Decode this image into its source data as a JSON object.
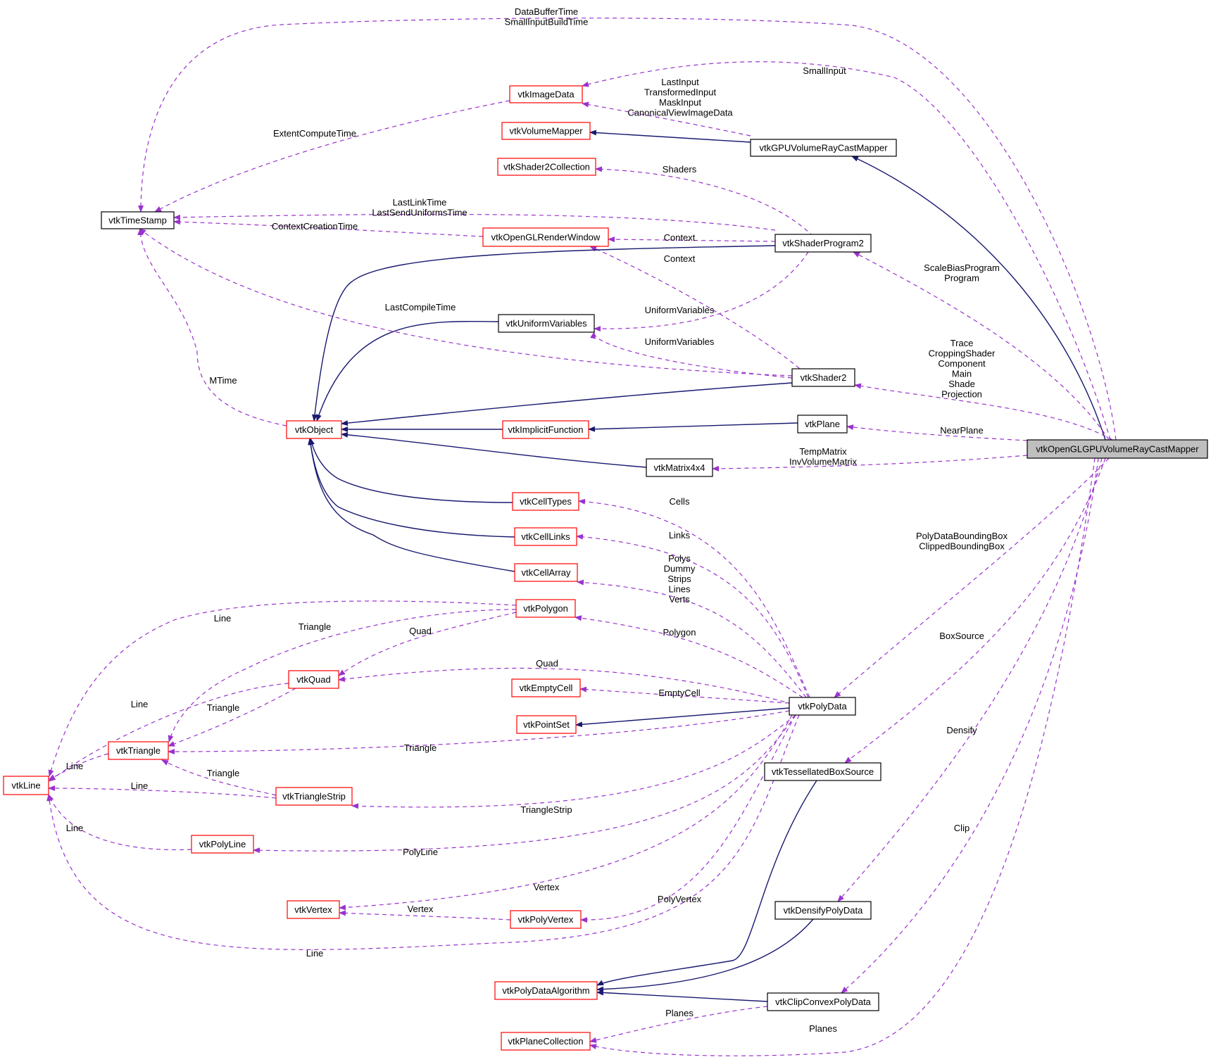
{
  "colors": {
    "inherit_edge": "#191970",
    "member_edge": "#9a32cd",
    "node_border_black": "#000000",
    "node_border_red": "#ff0000",
    "focus_fill": "#bfbfbf",
    "node_fill": "#ffffff"
  },
  "nodes": [
    {
      "id": "main",
      "label": "vtkOpenGLGPUVolumeRayCastMapper",
      "border": "black",
      "focus": true
    },
    {
      "id": "gpu",
      "label": "vtkGPUVolumeRayCastMapper",
      "border": "black"
    },
    {
      "id": "volmap",
      "label": "vtkVolumeMapper",
      "border": "red"
    },
    {
      "id": "imgdata",
      "label": "vtkImageData",
      "border": "red"
    },
    {
      "id": "s2coll",
      "label": "vtkShader2Collection",
      "border": "red"
    },
    {
      "id": "timestamp",
      "label": "vtkTimeStamp",
      "border": "black"
    },
    {
      "id": "glrw",
      "label": "vtkOpenGLRenderWindow",
      "border": "red"
    },
    {
      "id": "sp2",
      "label": "vtkShaderProgram2",
      "border": "black"
    },
    {
      "id": "univar",
      "label": "vtkUniformVariables",
      "border": "black"
    },
    {
      "id": "shader2",
      "label": "vtkShader2",
      "border": "black"
    },
    {
      "id": "object",
      "label": "vtkObject",
      "border": "red"
    },
    {
      "id": "implicit",
      "label": "vtkImplicitFunction",
      "border": "red"
    },
    {
      "id": "plane",
      "label": "vtkPlane",
      "border": "black"
    },
    {
      "id": "matrix",
      "label": "vtkMatrix4x4",
      "border": "black"
    },
    {
      "id": "celltypes",
      "label": "vtkCellTypes",
      "border": "red"
    },
    {
      "id": "celllinks",
      "label": "vtkCellLinks",
      "border": "red"
    },
    {
      "id": "cellarray",
      "label": "vtkCellArray",
      "border": "red"
    },
    {
      "id": "polygon",
      "label": "vtkPolygon",
      "border": "red"
    },
    {
      "id": "quad",
      "label": "vtkQuad",
      "border": "red"
    },
    {
      "id": "emptycell",
      "label": "vtkEmptyCell",
      "border": "red"
    },
    {
      "id": "pointset",
      "label": "vtkPointSet",
      "border": "red"
    },
    {
      "id": "polydata",
      "label": "vtkPolyData",
      "border": "black"
    },
    {
      "id": "triangle",
      "label": "vtkTriangle",
      "border": "red"
    },
    {
      "id": "line",
      "label": "vtkLine",
      "border": "red"
    },
    {
      "id": "tessbox",
      "label": "vtkTessellatedBoxSource",
      "border": "black"
    },
    {
      "id": "tristrip",
      "label": "vtkTriangleStrip",
      "border": "red"
    },
    {
      "id": "polyline",
      "label": "vtkPolyLine",
      "border": "red"
    },
    {
      "id": "vertex",
      "label": "vtkVertex",
      "border": "red"
    },
    {
      "id": "polyvertex",
      "label": "vtkPolyVertex",
      "border": "red"
    },
    {
      "id": "densify",
      "label": "vtkDensifyPolyData",
      "border": "black"
    },
    {
      "id": "pdalgo",
      "label": "vtkPolyDataAlgorithm",
      "border": "red"
    },
    {
      "id": "clipconvex",
      "label": "vtkClipConvexPolyData",
      "border": "black"
    },
    {
      "id": "planecoll",
      "label": "vtkPlaneCollection",
      "border": "red"
    }
  ],
  "edge_labels": [
    {
      "id": "l_databuffer",
      "lines": [
        "DataBufferTime",
        "SmallInputBuildTime"
      ]
    },
    {
      "id": "l_smallinput",
      "lines": [
        "SmallInput"
      ]
    },
    {
      "id": "l_lastinput",
      "lines": [
        "LastInput",
        "TransformedInput",
        "MaskInput",
        "CanonicalViewImageData"
      ]
    },
    {
      "id": "l_extent",
      "lines": [
        "ExtentComputeTime"
      ]
    },
    {
      "id": "l_shaders",
      "lines": [
        "Shaders"
      ]
    },
    {
      "id": "l_lastlink",
      "lines": [
        "LastLinkTime",
        "LastSendUniformsTime"
      ]
    },
    {
      "id": "l_ctxcreate",
      "lines": [
        "ContextCreationTime"
      ]
    },
    {
      "id": "l_context1",
      "lines": [
        "Context"
      ]
    },
    {
      "id": "l_context2",
      "lines": [
        "Context"
      ]
    },
    {
      "id": "l_scalebias",
      "lines": [
        "ScaleBiasProgram",
        "Program"
      ]
    },
    {
      "id": "l_lastcompile",
      "lines": [
        "LastCompileTime"
      ]
    },
    {
      "id": "l_univar1",
      "lines": [
        "UniformVariables"
      ]
    },
    {
      "id": "l_univar2",
      "lines": [
        "UniformVariables"
      ]
    },
    {
      "id": "l_trace",
      "lines": [
        "Trace",
        "CroppingShader",
        "Component",
        "Main",
        "Shade",
        "Projection"
      ]
    },
    {
      "id": "l_mtime",
      "lines": [
        "MTime"
      ]
    },
    {
      "id": "l_nearplane",
      "lines": [
        "NearPlane"
      ]
    },
    {
      "id": "l_tempmatrix",
      "lines": [
        "TempMatrix",
        "InvVolumeMatrix"
      ]
    },
    {
      "id": "l_cells",
      "lines": [
        "Cells"
      ]
    },
    {
      "id": "l_links",
      "lines": [
        "Links"
      ]
    },
    {
      "id": "l_pdbbox",
      "lines": [
        "PolyDataBoundingBox",
        "ClippedBoundingBox"
      ]
    },
    {
      "id": "l_polys",
      "lines": [
        "Polys",
        "Dummy",
        "Strips",
        "Lines",
        "Verts"
      ]
    },
    {
      "id": "l_line_poly",
      "lines": [
        "Line"
      ]
    },
    {
      "id": "l_tri_poly",
      "lines": [
        "Triangle"
      ]
    },
    {
      "id": "l_quad_poly",
      "lines": [
        "Quad"
      ]
    },
    {
      "id": "l_polygon",
      "lines": [
        "Polygon"
      ]
    },
    {
      "id": "l_boxsource",
      "lines": [
        "BoxSource"
      ]
    },
    {
      "id": "l_quad",
      "lines": [
        "Quad"
      ]
    },
    {
      "id": "l_line_quad",
      "lines": [
        "Line"
      ]
    },
    {
      "id": "l_tri_quad",
      "lines": [
        "Triangle"
      ]
    },
    {
      "id": "l_emptycell",
      "lines": [
        "EmptyCell"
      ]
    },
    {
      "id": "l_densify",
      "lines": [
        "Densify"
      ]
    },
    {
      "id": "l_triangle",
      "lines": [
        "Triangle"
      ]
    },
    {
      "id": "l_line_tri",
      "lines": [
        "Line"
      ]
    },
    {
      "id": "l_tri_strip",
      "lines": [
        "Triangle"
      ]
    },
    {
      "id": "l_line_strip",
      "lines": [
        "Line"
      ]
    },
    {
      "id": "l_tristrip",
      "lines": [
        "TriangleStrip"
      ]
    },
    {
      "id": "l_clip",
      "lines": [
        "Clip"
      ]
    },
    {
      "id": "l_line_pline",
      "lines": [
        "Line"
      ]
    },
    {
      "id": "l_polyline",
      "lines": [
        "PolyLine"
      ]
    },
    {
      "id": "l_vertex",
      "lines": [
        "Vertex"
      ]
    },
    {
      "id": "l_polyvertex",
      "lines": [
        "PolyVertex"
      ]
    },
    {
      "id": "l_vertex2",
      "lines": [
        "Vertex"
      ]
    },
    {
      "id": "l_line_pd",
      "lines": [
        "Line"
      ]
    },
    {
      "id": "l_planes1",
      "lines": [
        "Planes"
      ]
    },
    {
      "id": "l_planes2",
      "lines": [
        "Planes"
      ]
    }
  ]
}
